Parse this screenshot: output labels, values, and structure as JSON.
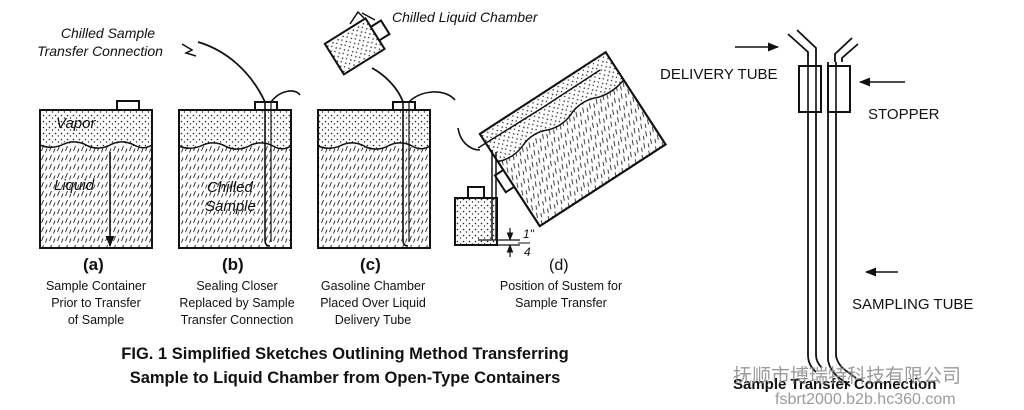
{
  "callouts": {
    "transfer_connection_line1": "Chilled Sample",
    "transfer_connection_line2": "Transfer Connection",
    "chamber": "Chilled Liquid Chamber"
  },
  "panel_a": {
    "letter": "(a)",
    "vapor": "Vapor",
    "liquid": "Liquid",
    "caption": [
      "Sample Container",
      "Prior to Transfer",
      "of Sample"
    ]
  },
  "panel_b": {
    "letter": "(b)",
    "inside": [
      "Chilled",
      "Sample"
    ],
    "caption": [
      "Sealing Closer",
      "Replaced by Sample",
      "Transfer Connection"
    ]
  },
  "panel_c": {
    "letter": "(c)",
    "caption": [
      "Gasoline Chamber",
      "Placed Over Liquid",
      "Delivery Tube"
    ]
  },
  "panel_d": {
    "letter": "(d)",
    "dim_numerator": "1\"",
    "dim_denominator": "4",
    "caption": [
      "Position of Sustem for",
      "Sample Transfer"
    ]
  },
  "figure_caption": {
    "line1": "FIG. 1  Simplified Sketches Outlining Method Transferring",
    "line2": "Sample to Liquid Chamber from Open-Type Containers"
  },
  "detail": {
    "delivery_tube": "DELIVERY TUBE",
    "stopper": "STOPPER",
    "sampling_tube": "SAMPLING TUBE",
    "title": "Sample Transfer Connection"
  },
  "watermark": {
    "company": "抚顺市博瑞特科技有限公司",
    "url": "fsbrt2000.b2b.hc360.com"
  }
}
